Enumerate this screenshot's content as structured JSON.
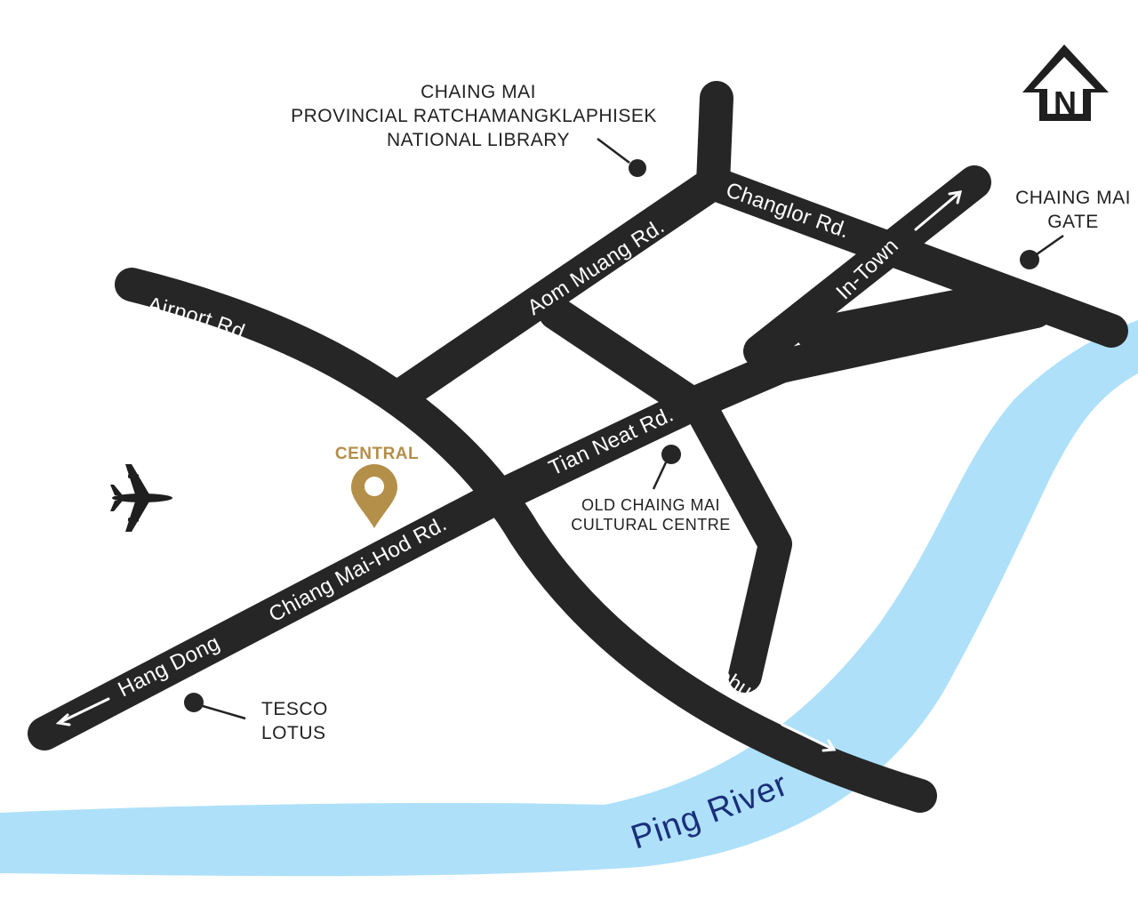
{
  "colors": {
    "road": "#262626",
    "river": "#aee0fa",
    "river_label": "#1a2f7a",
    "central": "#b38f49",
    "background": "#ffffff"
  },
  "roads": {
    "airport": "Airport Rd.",
    "aom_muang": "Aom Muang Rd.",
    "changlor": "Changlor Rd.",
    "in_town": "In-Town",
    "tian_neat": "Tian Neat Rd.",
    "chiang_mai_hod": "Chiang Mai-Hod Rd.",
    "hang_dong": "Hang Dong",
    "lamphum": "Lamphum"
  },
  "river": {
    "name": "Ping River"
  },
  "landmarks": {
    "library": [
      "CHAING MAI",
      "PROVINCIAL RATCHAMANGKLAPHISEK",
      "NATIONAL LIBRARY"
    ],
    "gate": [
      "CHAING MAI",
      "GATE"
    ],
    "cultural_centre": [
      "OLD CHAING MAI",
      "CULTURAL CENTRE"
    ],
    "tesco": [
      "TESCO",
      "LOTUS"
    ],
    "central": "CENTRAL"
  },
  "icons": {
    "north": "north-arrow-icon",
    "airport": "airplane-icon",
    "central": "location-pin-icon"
  },
  "compass": {
    "letter": "N"
  }
}
